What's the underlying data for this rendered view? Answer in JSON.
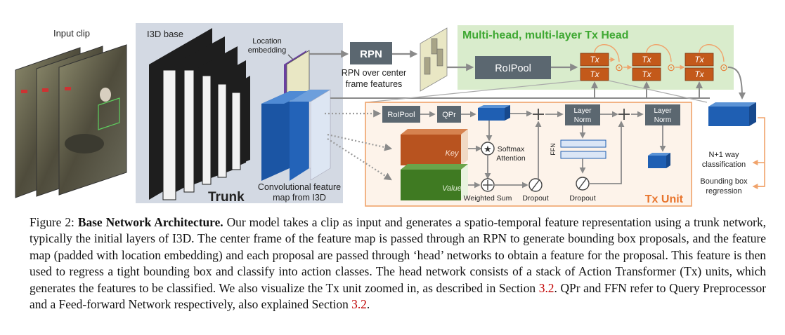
{
  "figure": {
    "input_clip_label": "Input clip",
    "i3d_base_label": "I3D base",
    "trunk_label": "Trunk",
    "location_embedding_label": [
      "Location",
      "embedding"
    ],
    "conv_map_label": [
      "Convolutional feature",
      "map from I3D"
    ],
    "rpn_label": "RPN",
    "rpn_caption": [
      "RPN over center",
      "frame features"
    ],
    "tx_head_title": "Multi-head, multi-layer Tx Head",
    "roipool_label": "RoIPool",
    "tx_label": "Tx",
    "dot_symbol": "⊙",
    "tx_unit_title": "Tx Unit",
    "unit_roipool_label": "RoIPool",
    "qpr_label": "QPr",
    "layer_norm_label": [
      "Layer",
      "Norm"
    ],
    "ffn_label": "FFN",
    "key_label": "Key",
    "value_label": "Value",
    "softmax_label": [
      "Softmax",
      "Attention"
    ],
    "weighted_sum_label": "Weighted Sum",
    "dropout_label": "Dropout",
    "classification_label": [
      "N+1 way",
      "classification"
    ],
    "bbox_label": [
      "Bounding box",
      "regression"
    ],
    "colors": {
      "tx_box": "#c3591a",
      "head_bg": "#d9eccc",
      "head_title": "#3ea832",
      "tx_unit_border": "#f0a36b",
      "tx_unit_title": "#e8742c",
      "i3d_bg": "#d3d9e3",
      "feature_blue": "#1f5fb3",
      "key_orange": "#b8531f",
      "value_green": "#3f7a22",
      "box_gray": "#5b6770"
    }
  },
  "caption": {
    "label": "Figure 2:",
    "title": "Base Network Architecture.",
    "text_1": "Our model takes a clip as input and generates a spatio-temporal feature representation using a trunk network, typically the initial layers of I3D. The center frame of the feature map is passed through an RPN to generate bounding box proposals, and the feature map (padded with location embedding) and each proposal are passed through ‘head’ networks to obtain a feature for the proposal. This feature is then used to regress a tight bounding box and classify into action classes. The head network consists of a stack of Action Transformer (Tx) units, which generates the features to be classified. We also visualize the Tx unit zoomed in, as described in Section",
    "ref_1": "3.2",
    "text_2": ". QPr and FFN refer to Query Preprocessor and a Feed-forward Network respectively, also explained Section",
    "ref_2": "3.2",
    "text_3": "."
  }
}
